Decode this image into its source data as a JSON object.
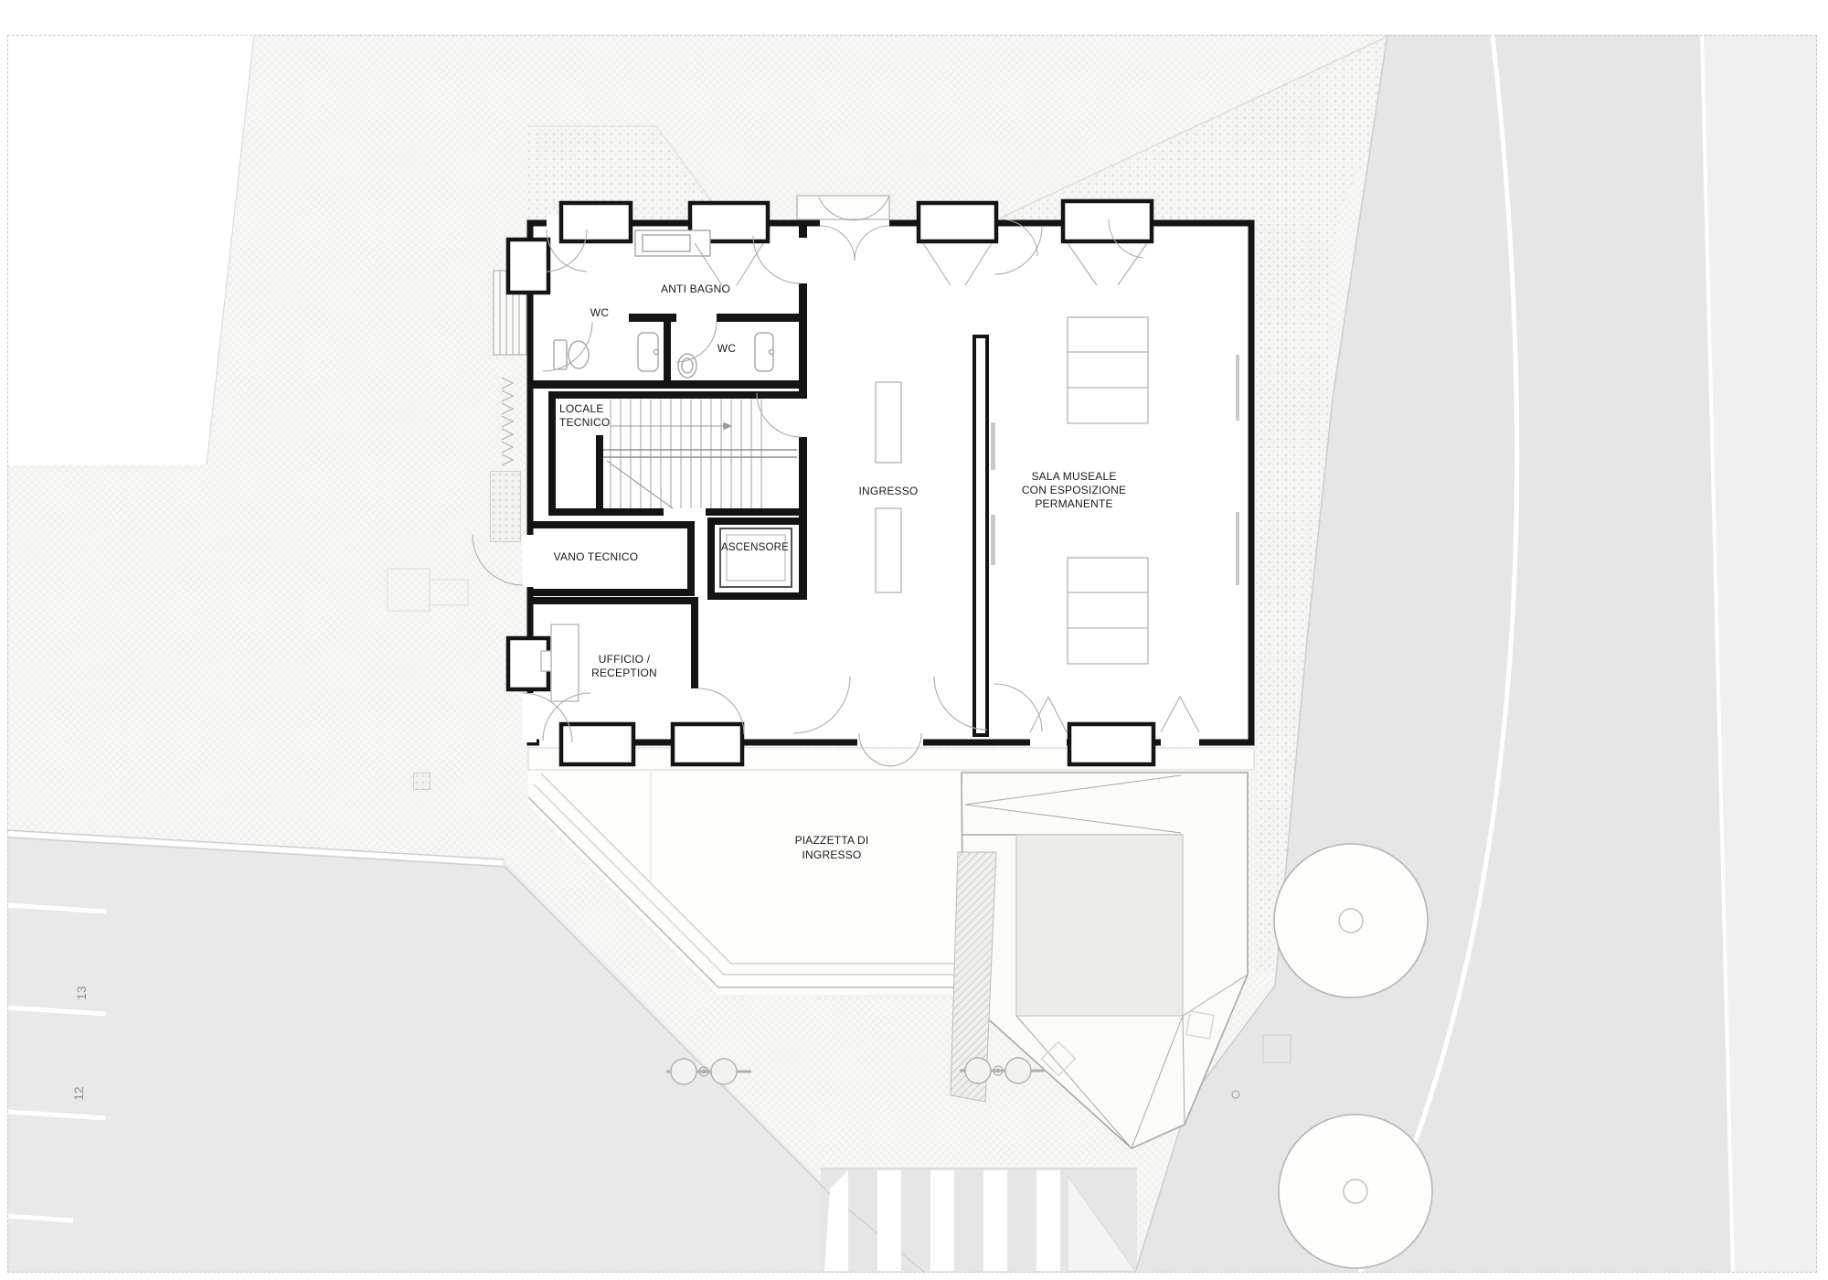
{
  "document": {
    "type": "architectural floor plan",
    "subject": "museum ground floor with entrance plaza",
    "language": "it"
  },
  "rooms": {
    "anti_bagno": "ANTI BAGNO",
    "wc_left": "WC",
    "wc_right": "WC",
    "locale_tecnico_l1": "LOCALE",
    "locale_tecnico_l2": "TECNICO",
    "vano_tecnico": "VANO TECNICO",
    "ascensore": "ASCENSORE",
    "ingresso": "INGRESSO",
    "sala_museale_l1": "SALA MUSEALE",
    "sala_museale_l2": "CON ESPOSIZIONE",
    "sala_museale_l3": "PERMANENTE",
    "ufficio_l1": "UFFICIO /",
    "ufficio_l2": "RECEPTION"
  },
  "site": {
    "piazzetta_l1": "PIAZZETTA DI",
    "piazzetta_l2": "INGRESSO",
    "parking_stalls": [
      "13",
      "12"
    ]
  },
  "colors": {
    "wall": "#141414",
    "thin_line": "#a6a6a6",
    "road": "#e6e6e6",
    "road_far": "#f0f0f0",
    "parking": "#e9e9e9",
    "paving": "#f7f7f5",
    "text": "#1a1a1a"
  }
}
